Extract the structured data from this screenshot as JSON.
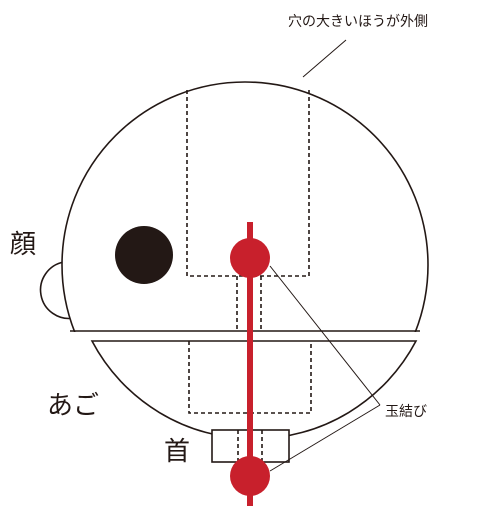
{
  "labels": {
    "outer_note": "穴の大きいほうが外側",
    "face": "顔",
    "chin": "あご",
    "neck": "首",
    "knot": "玉結び"
  },
  "colors": {
    "outline": "#231815",
    "thread": "#c8202c",
    "eye": "#231815",
    "background": "#ffffff"
  },
  "parts": {
    "eye": "eye",
    "ear": "ear",
    "head": "head-circle",
    "chin_piece": "chin-piece",
    "neck_piece": "neck-piece"
  }
}
